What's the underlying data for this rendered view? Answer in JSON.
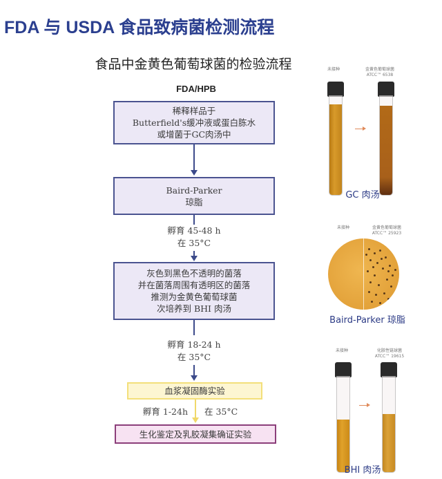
{
  "header": {
    "main_title": "FDA 与 USDA 食品致病菌检测流程",
    "subtitle": "食品中金黄色葡萄球菌的检验流程",
    "section_label": "FDA/HPB"
  },
  "flowchart": {
    "steps": [
      {
        "lines": [
          "稀释样品于",
          "Butterfield's缓冲液或蛋白胨水",
          "或增菌于GC肉汤中"
        ],
        "style": "purple"
      },
      {
        "lines": [
          "Baird-Parker",
          "琼脂"
        ],
        "style": "purple"
      },
      {
        "lines": [
          "灰色到黑色不透明的菌落",
          "并在菌落周围有透明区的菌落",
          "推测为金黄色葡萄球菌",
          "次培养到 BHI 肉汤"
        ],
        "style": "purple"
      },
      {
        "lines": [
          "血浆凝固酶实验"
        ],
        "style": "yellow"
      },
      {
        "lines": [
          "生化鉴定及乳胶凝集确证实验"
        ],
        "style": "pink"
      }
    ],
    "transitions": [
      {
        "lines": [
          "孵育 45-48 h",
          "在 35°C"
        ]
      },
      {
        "lines": [
          "孵育  18-24 h",
          "在 35°C"
        ]
      },
      {
        "left": "孵育  1-24h",
        "right": "在 35°C"
      }
    ],
    "colors": {
      "primary_border": "#4a5390",
      "primary_fill": "#ece8f6",
      "yellow_border": "#f3df7a",
      "yellow_fill": "#fdf6d2",
      "pink_border": "#8b3e7a",
      "pink_fill": "#f7e2f2",
      "title_blue": "#2b3f8f"
    }
  },
  "photos": [
    {
      "caption": "GC 肉汤",
      "left_label": "未接种",
      "right_label": "金黄色葡萄球菌",
      "right_strain": "ATCC™ 6538"
    },
    {
      "caption": "Baird-Parker 琼脂",
      "left_label": "未接种",
      "right_label": "金黄色葡萄球菌",
      "right_strain": "ATCC™ 25923"
    },
    {
      "caption": "BHI 肉汤",
      "left_label": "未接种",
      "right_label": "化脓性链球菌",
      "right_strain": "ATCC™ 19615"
    }
  ]
}
